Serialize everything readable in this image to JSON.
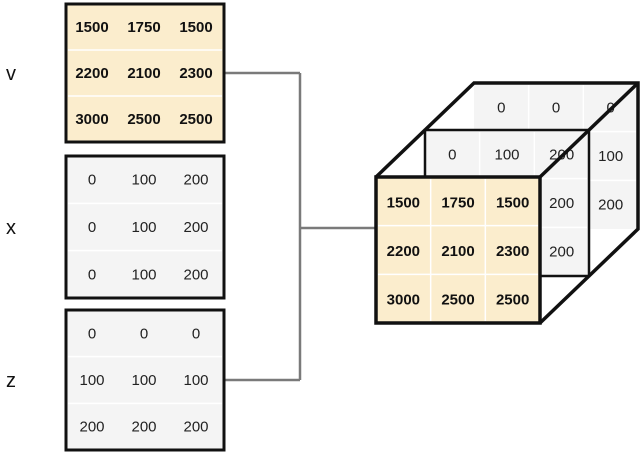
{
  "colors": {
    "yellow_fill": "#fbedcd",
    "gray_fill": "#f4f4f4",
    "border": "#111111",
    "connector": "#7a7a7a",
    "gridline": "#ffffff"
  },
  "matrices": [
    {
      "id": "v",
      "label": "v",
      "style": "yellow-bold",
      "rows": [
        [
          "1500",
          "1750",
          "1500"
        ],
        [
          "2200",
          "2100",
          "2300"
        ],
        [
          "3000",
          "2500",
          "2500"
        ]
      ]
    },
    {
      "id": "x",
      "label": "x",
      "style": "gray",
      "rows": [
        [
          "0",
          "100",
          "200"
        ],
        [
          "0",
          "100",
          "200"
        ],
        [
          "0",
          "100",
          "200"
        ]
      ]
    },
    {
      "id": "z",
      "label": "z",
      "style": "gray",
      "rows": [
        [
          "0",
          "0",
          "0"
        ],
        [
          "100",
          "100",
          "100"
        ],
        [
          "200",
          "200",
          "200"
        ]
      ]
    }
  ],
  "cube": {
    "front_layer": {
      "rows": [
        [
          "1500",
          "1750",
          "1500"
        ],
        [
          "2200",
          "2100",
          "2300"
        ],
        [
          "3000",
          "2500",
          "2500"
        ]
      ]
    },
    "middle_layer_visible": [
      {
        "r": 0,
        "c": 0,
        "v": "0"
      },
      {
        "r": 0,
        "c": 1,
        "v": "100"
      },
      {
        "r": 0,
        "c": 2,
        "v": "200"
      },
      {
        "r": 1,
        "c": 2,
        "v": "200"
      },
      {
        "r": 2,
        "c": 2,
        "v": "200"
      }
    ],
    "back_layer_visible": [
      {
        "r": 0,
        "c": 0,
        "v": "0"
      },
      {
        "r": 0,
        "c": 1,
        "v": "0"
      },
      {
        "r": 0,
        "c": 2,
        "v": "0"
      },
      {
        "r": 1,
        "c": 2,
        "v": "100"
      },
      {
        "r": 2,
        "c": 2,
        "v": "200"
      }
    ]
  }
}
